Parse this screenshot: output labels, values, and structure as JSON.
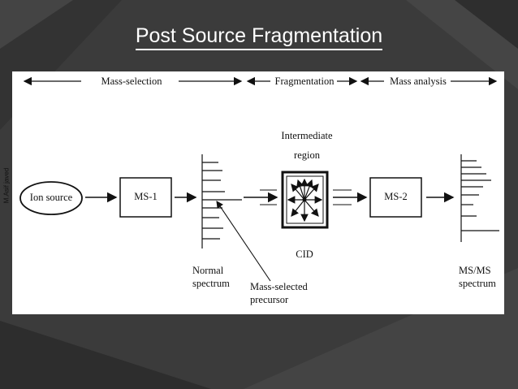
{
  "slide": {
    "title": "Post Source Fragmentation",
    "author": "M.Asif javed"
  },
  "diagram": {
    "stages": {
      "mass_selection": "Mass-selection",
      "fragmentation": "Fragmentation",
      "mass_analysis": "Mass analysis"
    },
    "ion_source": "Ion source",
    "ms1": "MS-1",
    "ms2": "MS-2",
    "intermediate_region": [
      "Intermediate",
      "region"
    ],
    "cid": "CID",
    "normal_spectrum": [
      "Normal",
      "spectrum"
    ],
    "precursor": [
      "Mass-selected",
      "precursor"
    ],
    "msms_spectrum": [
      "MS/MS",
      "spectrum"
    ]
  }
}
